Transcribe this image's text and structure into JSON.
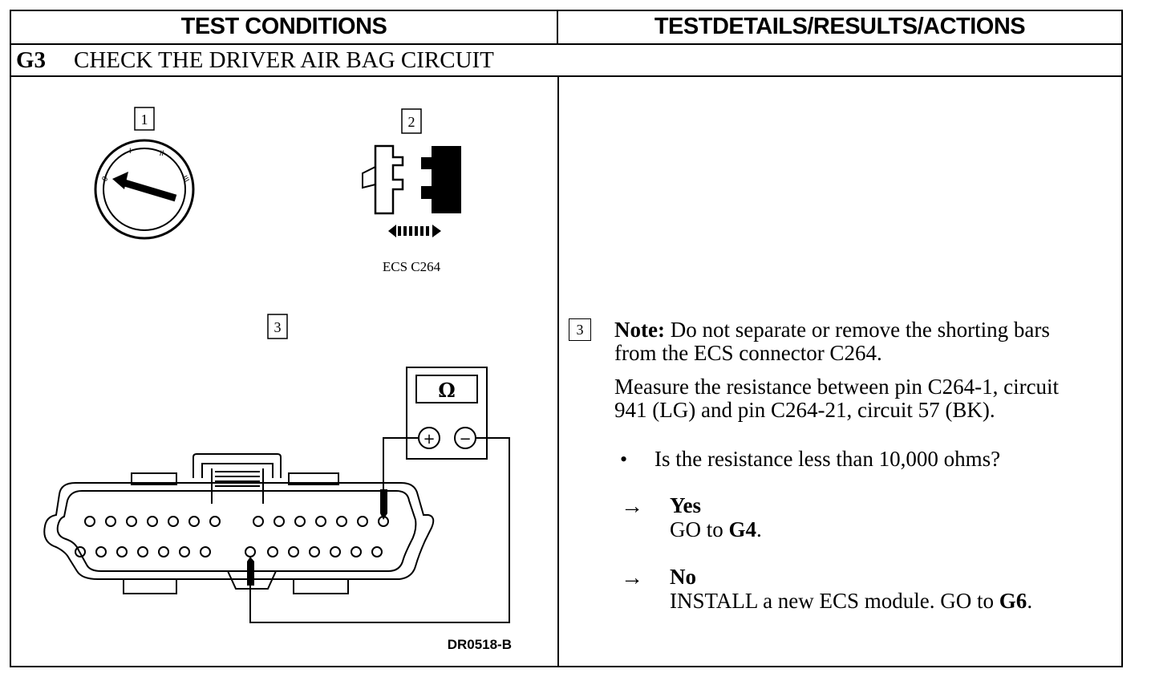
{
  "header": {
    "left_title": "TEST CONDITIONS",
    "right_title": "TESTDETAILS/RESULTS/ACTIONS"
  },
  "step": {
    "id": "G3",
    "title": "CHECK THE DRIVER AIR BAG CIRCUIT"
  },
  "diagram": {
    "steps": [
      "1",
      "2",
      "3"
    ],
    "connector_label": "ECS C264",
    "meter_symbol": "Ω",
    "meter_plus": "+",
    "meter_minus": "−",
    "figure_id": "DR0518-B"
  },
  "details": {
    "step_number": "3",
    "note_label": "Note:",
    "note_line1": "Do not separate or remove the shorting bars",
    "note_line2": "from the ECS connector C264.",
    "measure_line1": "Measure the resistance between pin C264-1, circuit",
    "measure_line2": "941 (LG) and pin C264-21, circuit 57 (BK).",
    "bullet": "•",
    "question": "Is the resistance less than 10,000 ohms?",
    "arrow": "→",
    "yes_label": "Yes",
    "yes_action_prefix": "GO to ",
    "yes_action_target": "G4",
    "yes_action_suffix": ".",
    "no_label": "No",
    "no_action_prefix": "INSTALL a new ECS module. GO to ",
    "no_action_target": "G6",
    "no_action_suffix": "."
  }
}
